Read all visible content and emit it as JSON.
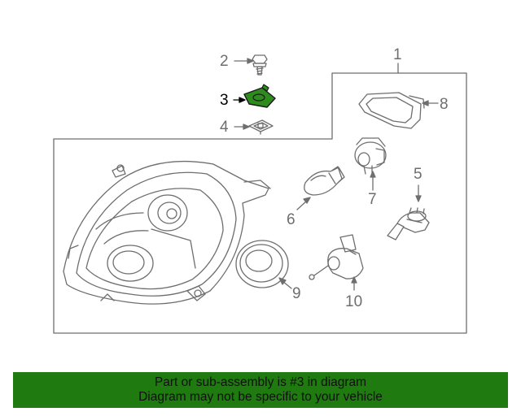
{
  "callouts": {
    "c1": "1",
    "c2": "2",
    "c3": "3",
    "c4": "4",
    "c5": "5",
    "c6": "6",
    "c7": "7",
    "c8": "8",
    "c9": "9",
    "c10": "10"
  },
  "banner": {
    "line1": "Part or sub-assembly is #3 in diagram",
    "line2": "Diagram may not be specific to your vehicle"
  },
  "colors": {
    "highlight_part": "#2e8b1e",
    "banner_background": "#1f7a10",
    "line_art": "#6e6e6e"
  }
}
